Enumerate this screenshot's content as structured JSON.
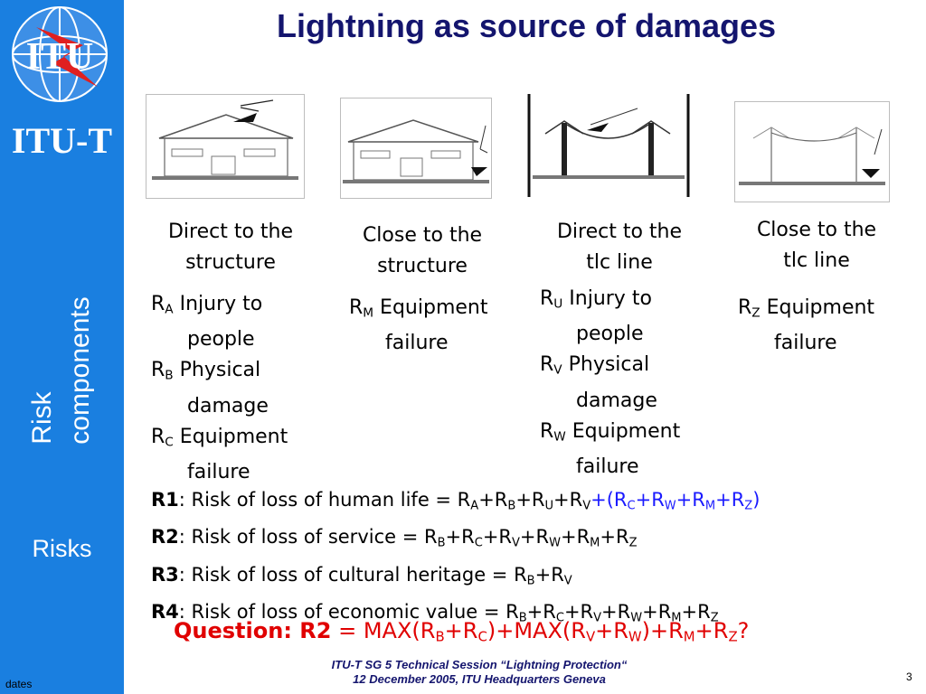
{
  "sidebar": {
    "logo_text": "ITU",
    "brand": "ITU-T",
    "section_line1": "Risk",
    "section_line2": "components",
    "risks_label": "Risks"
  },
  "title": "Lightning as source of damages",
  "columns": [
    {
      "caption_line1": "Direct  to the",
      "caption_line2": "structure",
      "items": [
        {
          "r": "R",
          "sub": "A",
          "line1": " Injury to",
          "line2": "people"
        },
        {
          "r": "R",
          "sub": "B",
          "line1": " Physical",
          "line2": "damage"
        },
        {
          "r": "R",
          "sub": "C",
          "line1": " Equipment",
          "line2": "failure"
        }
      ]
    },
    {
      "caption_line1": "Close  to the",
      "caption_line2": "structure",
      "items": [
        {
          "r": "R",
          "sub": "M",
          "line1": " Equipment",
          "line2": "failure"
        }
      ]
    },
    {
      "caption_line1": "Direct  to the",
      "caption_line2": "tlc line",
      "items": [
        {
          "r": "R",
          "sub": "U",
          "line1": " Injury to",
          "line2": "people"
        },
        {
          "r": "R",
          "sub": "V",
          "line1": " Physical",
          "line2": "damage"
        },
        {
          "r": "R",
          "sub": "W",
          "line1": " Equipment",
          "line2": "failure"
        }
      ]
    },
    {
      "caption_line1": "Close  to the",
      "caption_line2": "tlc line",
      "items": [
        {
          "r": "R",
          "sub": "Z",
          "line1": "  Equipment",
          "line2": "failure"
        }
      ]
    }
  ],
  "risks": {
    "r1_label": "R1",
    "r1_text": ": Risk of loss of human life = R",
    "r2_label": "R2",
    "r2_text": ": Risk of loss of service = R",
    "r3_label": "R3",
    "r3_text": ": Risk of loss of cultural heritage = R",
    "r4_label": "R4",
    "r4_text": ": Risk of loss of economic value = R"
  },
  "question": {
    "label": "Question: R2",
    "formula_start": " = MAX(R"
  },
  "footer": {
    "line1": "ITU-T SG 5 Technical Session “Lightning Protection“",
    "line2": "12 December 2005, ITU Headquarters Geneva"
  },
  "dates_label": "dates",
  "page_number": "3",
  "colors": {
    "sidebar": "#1a7fe0",
    "title": "#14156e",
    "highlight_blue": "#1a1aff",
    "question_red": "#e00000"
  }
}
